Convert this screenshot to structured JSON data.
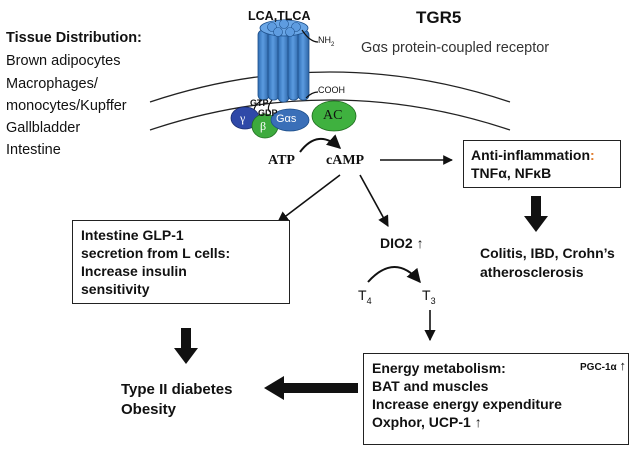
{
  "header": {
    "title": "TGR5",
    "subtitle": "Gαs protein-coupled receptor",
    "ligands": "LCA,TLCA"
  },
  "tissue": {
    "heading": "Tissue Distribution:",
    "items": [
      "Brown adipocytes",
      "Macrophages/",
      "monocytes/Kupffer",
      "Gallbladder",
      "Intestine"
    ]
  },
  "receptor": {
    "nh2": "NH",
    "nh2_sub": "2",
    "cooh": "COOH",
    "gtp": "GTP",
    "gdp": "GDP",
    "gamma": "γ",
    "beta": "β",
    "galpha": "Gαs",
    "ac": "AC"
  },
  "pathway": {
    "atp": "ATP",
    "camp": "cAMP",
    "dio2": "DIO2",
    "t4": "T",
    "t4_sub": "4",
    "t3": "T",
    "t3_sub": "3",
    "up_arrow": "↑"
  },
  "boxes": {
    "inflammation": {
      "line1": "Anti-inflammation",
      "colon": ":",
      "line2": "TNFα, NFκB"
    },
    "glp1": {
      "lines": [
        "Intestine GLP-1",
        "secretion from L cells:",
        "Increase insulin",
        "sensitivity"
      ]
    },
    "energy": {
      "line1": "Energy metabolism:",
      "pgc": "PGC-1α",
      "lines": [
        "BAT and muscles",
        "Increase energy expenditure",
        "Oxphor, UCP-1"
      ]
    }
  },
  "outcomes": {
    "colitis": [
      "Colitis, IBD, Crohn’s",
      "atherosclerosis"
    ],
    "diabetes": [
      "Type II diabetes",
      "Obesity"
    ]
  },
  "colors": {
    "receptor": "#3d7fc7",
    "gamma": "#2f49a8",
    "beta": "#3daa3d",
    "galpha": "#3a6fb8",
    "ac": "#3fb13f",
    "mito": "#d985c8",
    "colon_accent": "#e07a2a"
  }
}
